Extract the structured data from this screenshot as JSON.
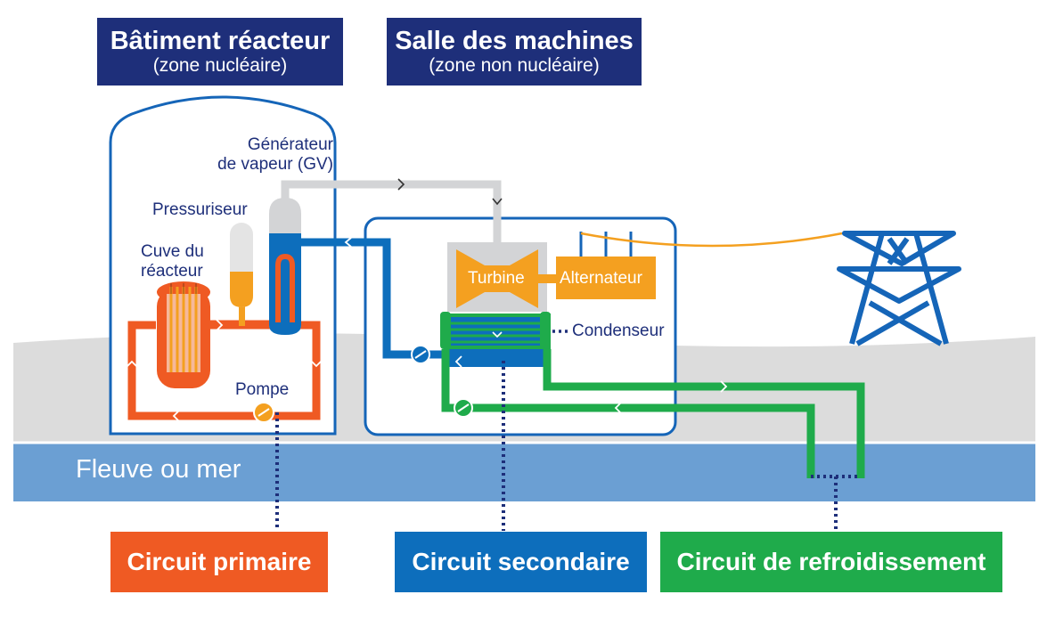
{
  "headers": {
    "reactor_building": {
      "title": "Bâtiment réacteur",
      "subtitle": "(zone nucléaire)"
    },
    "machine_hall": {
      "title": "Salle des machines",
      "subtitle": "(zone non nucléaire)"
    }
  },
  "labels": {
    "steam_generator": [
      "Générateur",
      "de vapeur (GV)"
    ],
    "pressurizer": "Pressuriseur",
    "reactor_vessel": [
      "Cuve du",
      "réacteur"
    ],
    "pump": "Pompe",
    "turbine": "Turbine",
    "alternator": "Alternateur",
    "condenser": "Condenseur",
    "water_body": "Fleuve ou mer"
  },
  "circuits": {
    "primary": "Circuit primaire",
    "secondary": "Circuit secondaire",
    "cooling": "Circuit de refroidissement"
  },
  "colors": {
    "navy": "#1e2f7a",
    "primary_orange": "#ef5a23",
    "secondary_blue": "#0d6ebc",
    "cooling_green": "#1fab4b",
    "turbine_orange": "#f4a020",
    "steam_grey": "#d3d4d6",
    "water_blue": "#6b9fd3",
    "ground_grey": "#dcdcdc"
  }
}
